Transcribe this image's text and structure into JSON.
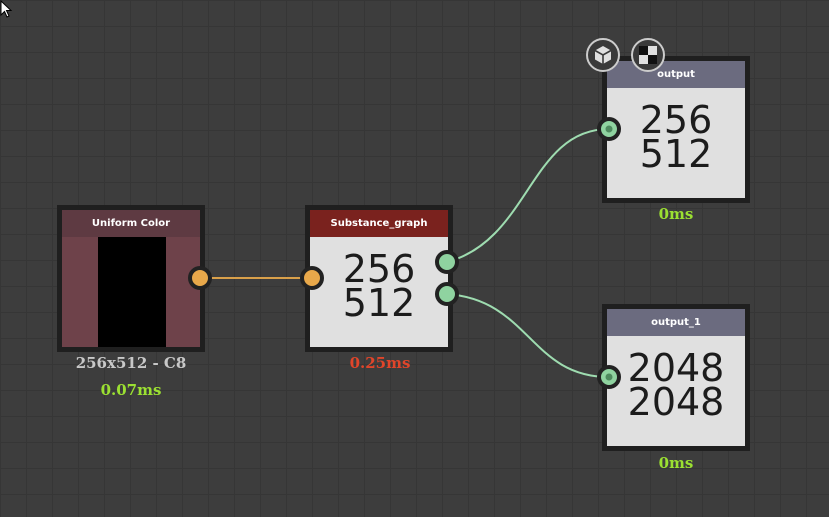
{
  "nodes": {
    "uniform_color": {
      "title": "Uniform Color",
      "info": "256x512 - C8",
      "time": "0.07ms",
      "header_color": "#5e3a42",
      "body_color": "#6e424a"
    },
    "substance_graph": {
      "title": "Substance_graph",
      "width": "256",
      "height": "512",
      "time": "0.25ms",
      "header_color": "#7a221e"
    },
    "output": {
      "title": "output",
      "width": "256",
      "height": "512",
      "time": "0ms",
      "header_color": "#6b6b7f"
    },
    "output_1": {
      "title": "output_1",
      "width": "2048",
      "height": "2048",
      "time": "0ms",
      "header_color": "#6b6b7f"
    }
  },
  "colors": {
    "port_orange": "#e8a84a",
    "port_green": "#8fd3a0",
    "time_ok": "#9be032",
    "time_slow": "#e0452a"
  },
  "icons": [
    "3d-view-icon",
    "2d-view-icon"
  ]
}
